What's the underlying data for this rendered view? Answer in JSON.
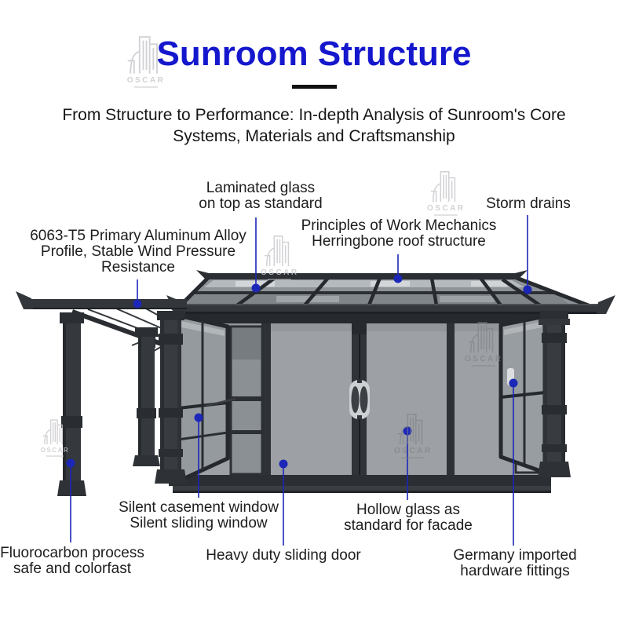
{
  "header": {
    "title": "Sunroom Structure",
    "subtitle_line1": "From Structure to Performance: In-depth Analysis of Sunroom's Core",
    "subtitle_line2": "Systems, Materials and Craftsmanship"
  },
  "watermark": {
    "label": "OSCAR"
  },
  "callouts": [
    {
      "id": "laminated-glass",
      "lines": [
        "Laminated glass",
        "on top as standard"
      ]
    },
    {
      "id": "aluminum-alloy-profile",
      "lines": [
        "6063-T5 Primary Aluminum Alloy",
        "Profile, Stable Wind Pressure",
        "Resistance"
      ]
    },
    {
      "id": "herringbone-roof",
      "lines": [
        "Principles of Work Mechanics",
        "Herringbone roof structure"
      ]
    },
    {
      "id": "storm-drains",
      "lines": [
        "Storm drains"
      ]
    },
    {
      "id": "silent-windows",
      "lines": [
        "Silent casement window",
        "Silent sliding window"
      ]
    },
    {
      "id": "sliding-door",
      "lines": [
        "Heavy duty sliding door"
      ]
    },
    {
      "id": "hollow-glass",
      "lines": [
        "Hollow glass as",
        "standard for facade"
      ]
    },
    {
      "id": "imported-hardware",
      "lines": [
        "Germany imported",
        "hardware fittings"
      ]
    },
    {
      "id": "fluorocarbon-process",
      "lines": [
        "Fluorocarbon process",
        "safe and colorfast"
      ]
    }
  ],
  "colors": {
    "title-blue": "#1517cd",
    "accent-blue": "#1c27b8",
    "frame-dark": "#2e3135",
    "glass-gray": "#9da1a5"
  }
}
